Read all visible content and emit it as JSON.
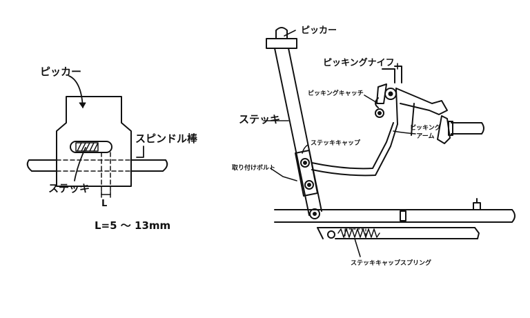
{
  "left_diagram": {
    "picker_label": "ピッカー",
    "spindle_label": "スピンドル棒",
    "stick_label": "ステッキ",
    "gap_symbol": "L",
    "formula": "L=5 ～ 13mm"
  },
  "right_diagram": {
    "picker_label": "ピッカー",
    "picking_knife_label": "ピッキングナイフ",
    "picking_catch_label": "ピッキングキャッチ",
    "stick_label": "ステッキ",
    "picking_arm_label": "ピッキング\nアーム",
    "stick_cap_label": "ステッキキャップ",
    "mount_bolt_label": "取り付けボルト",
    "cap_spring_label": "ステッキキャップスプリング"
  },
  "colors": {
    "ink": "#111111",
    "paper": "#ffffff"
  }
}
